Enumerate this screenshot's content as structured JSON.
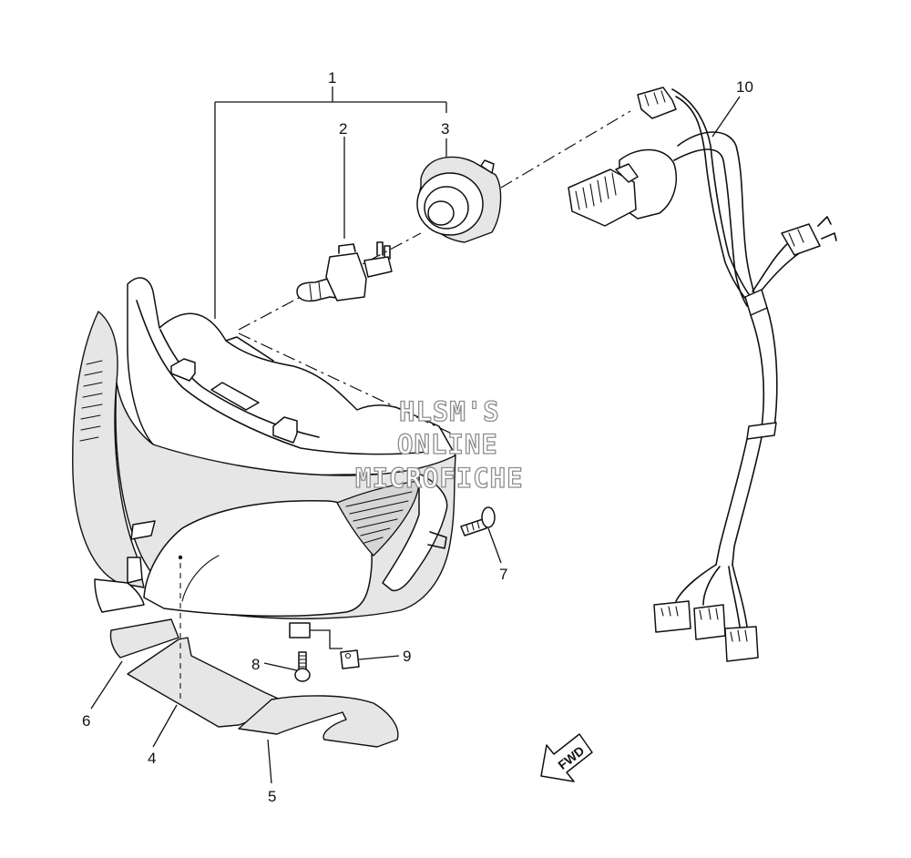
{
  "callouts": [
    {
      "id": "1",
      "label": "1"
    },
    {
      "id": "2",
      "label": "2"
    },
    {
      "id": "3",
      "label": "3"
    },
    {
      "id": "4",
      "label": "4"
    },
    {
      "id": "5",
      "label": "5"
    },
    {
      "id": "6",
      "label": "6"
    },
    {
      "id": "7",
      "label": "7"
    },
    {
      "id": "8",
      "label": "8"
    },
    {
      "id": "9",
      "label": "9"
    },
    {
      "id": "10",
      "label": "10"
    }
  ],
  "watermark": {
    "line1": "HLSM'S",
    "line2": "ONLINE",
    "line3": "MICROFICHE",
    "color": "#8c8c8c"
  },
  "direction_marker": {
    "label": "FWD",
    "icon": "forward-arrow-icon"
  },
  "colors": {
    "line": "#111111",
    "background": "#ffffff",
    "shading": "#e6e6e6"
  }
}
